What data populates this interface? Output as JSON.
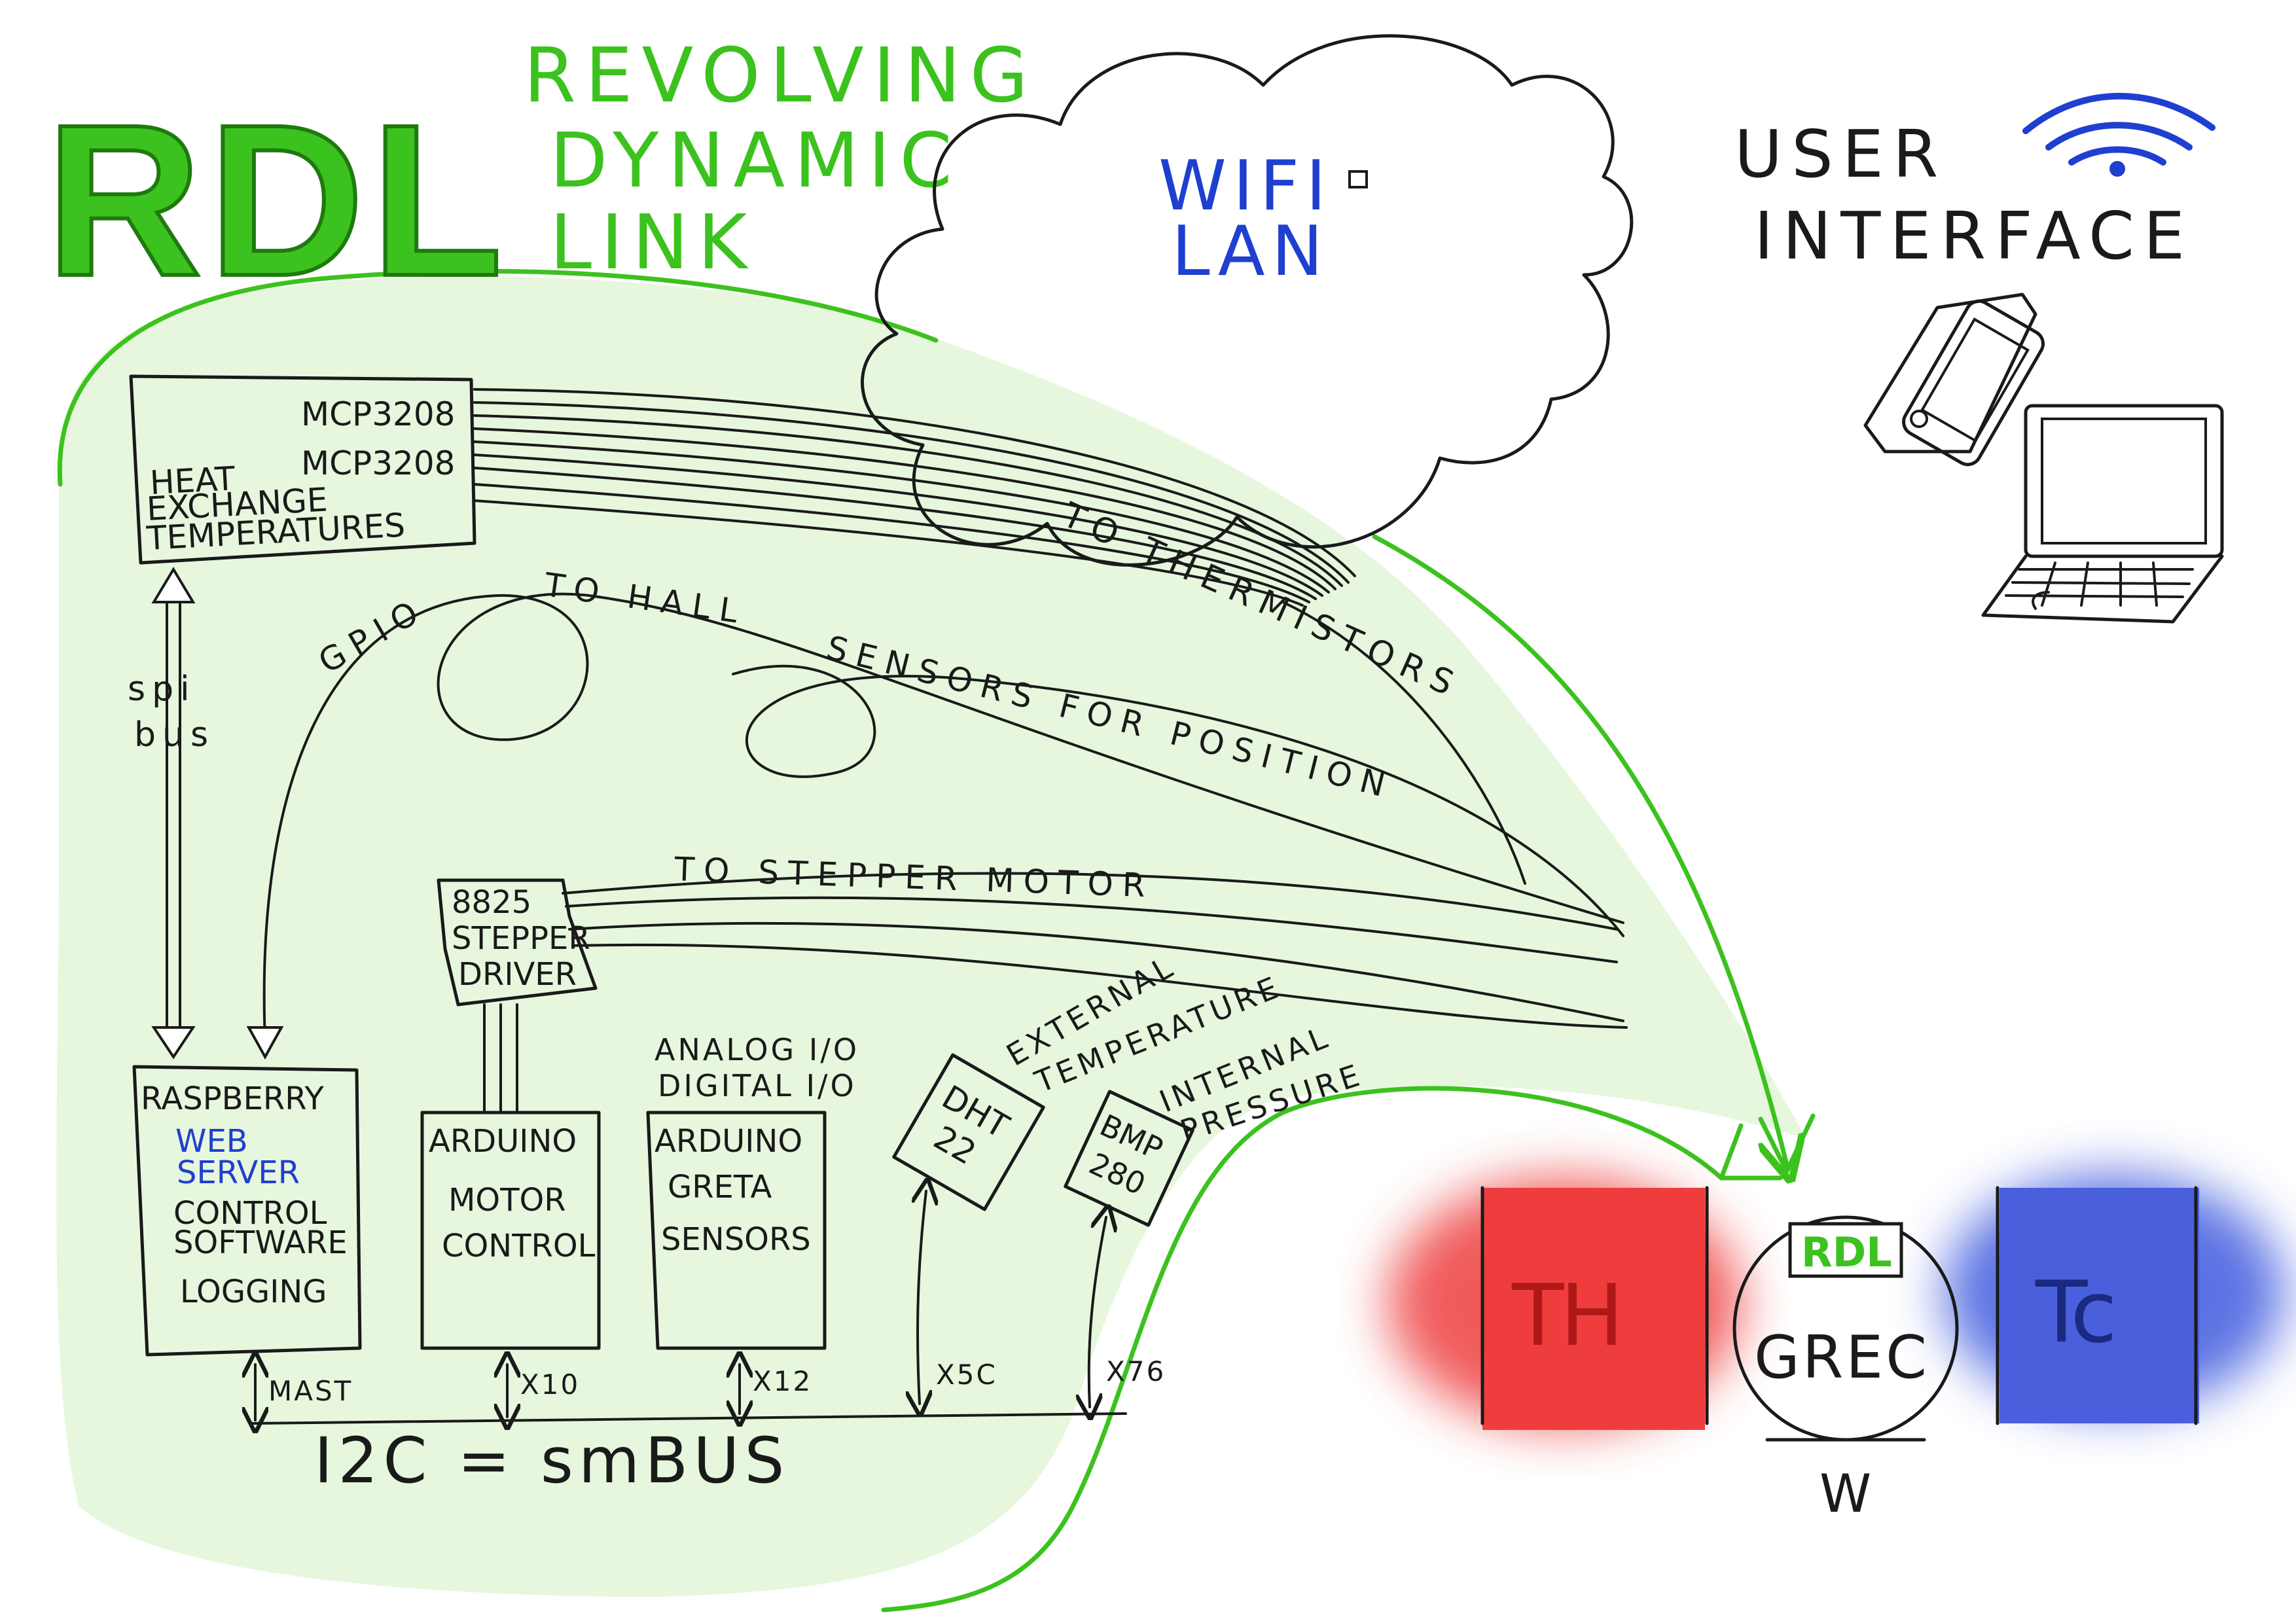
{
  "colors": {
    "green": "#3cc21e",
    "blue": "#1f3fd0",
    "ink": "#1a1a1a",
    "red": "#e03030",
    "hot_fill": "#ef4a4a",
    "cold_fill": "#4a63e0",
    "light_green": "#e6f7de"
  },
  "title": {
    "logo": "RDL",
    "line1": "REVOLVING",
    "line2": "DYNAMIC",
    "line3": "LINK"
  },
  "cloud": {
    "line1": "WIFI",
    "line2": "LAN"
  },
  "user_interface": {
    "line1": "USER",
    "line2": "INTERFACE",
    "icons": [
      "wifi-icon",
      "smartphone-icon",
      "laptop-icon"
    ]
  },
  "heat_board": {
    "chip1": "MCP3208",
    "chip2": "MCP3208",
    "label1": "HEAT",
    "label2": "EXCHANGE",
    "label3": "TEMPERATURES"
  },
  "spi": {
    "line1": "spi",
    "line2": "bus"
  },
  "wires": {
    "thermistors": "TO THERMISTORS",
    "gpio": "GPIO",
    "hall1": "TO HALL",
    "hall2": "SENSORS FOR POSITION",
    "stepper": "TO STEPPER MOTOR"
  },
  "stepper_driver": {
    "line1": "8825",
    "line2": "STEPPER",
    "line3": "DRIVER"
  },
  "raspberry": {
    "title": "RASPBERRY",
    "web1": "WEB",
    "web2": "SERVER",
    "line1": "CONTROL",
    "line2": "SOFTWARE",
    "line3": "LOGGING"
  },
  "arduino_motor": {
    "line1": "ARDUINO",
    "line2": "MOTOR",
    "line3": "CONTROL"
  },
  "arduino_greta": {
    "io1": "ANALOG I/O",
    "io2": "DIGITAL I/O",
    "line1": "ARDUINO",
    "line2": "GRETA",
    "line3": "SENSORS"
  },
  "dht": {
    "line1": "DHT",
    "line2": "22",
    "label1": "EXTERNAL",
    "label2": "TEMPERATURE"
  },
  "bmp": {
    "line1": "BMP",
    "line2": "280",
    "label1": "INTERNAL",
    "label2": "PRESSURE"
  },
  "bus": {
    "mast": "MAST",
    "x10": "X10",
    "x12": "X12",
    "x5c": "X5C",
    "x76": "X76",
    "label": "I2C = smBUS"
  },
  "engine": {
    "hot": "TH",
    "cold": "Tc",
    "core_logo": "RDL",
    "core": "GREC",
    "work": "W"
  }
}
